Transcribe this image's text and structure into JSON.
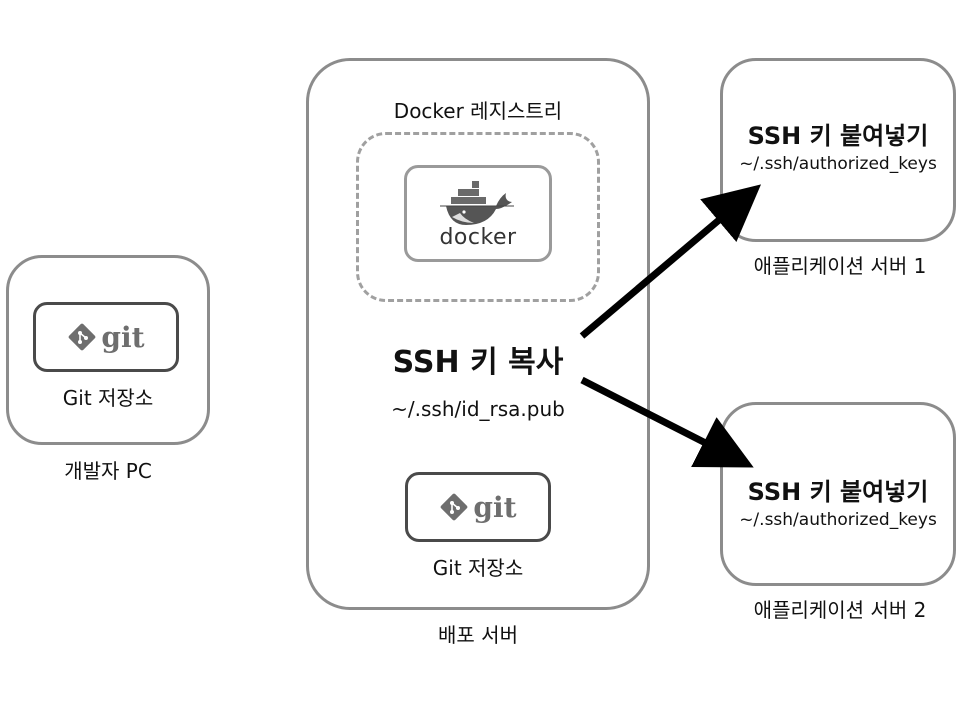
{
  "dev_pc": {
    "label": "개발자 PC",
    "repo": {
      "logo": "git",
      "label": "Git 저장소"
    }
  },
  "deploy_server": {
    "label": "배포 서버",
    "registry": {
      "label": "Docker 레지스트리",
      "logo": "docker"
    },
    "action": {
      "title": "SSH 키 복사",
      "path": "~/.ssh/id_rsa.pub"
    },
    "repo": {
      "logo": "git",
      "label": "Git 저장소"
    }
  },
  "app_servers": [
    {
      "label": "애플리케이션 서버 1",
      "action": {
        "title": "SSH 키 붙여넣기",
        "path": "~/.ssh/authorized_keys"
      }
    },
    {
      "label": "애플리케이션 서버 2",
      "action": {
        "title": "SSH 키 붙여넣기",
        "path": "~/.ssh/authorized_keys"
      }
    }
  ],
  "colors": {
    "border": "#8c8c8c",
    "inner_border": "#4a4a4a",
    "arrow": "#000000",
    "logo": "#6e6e6e"
  }
}
